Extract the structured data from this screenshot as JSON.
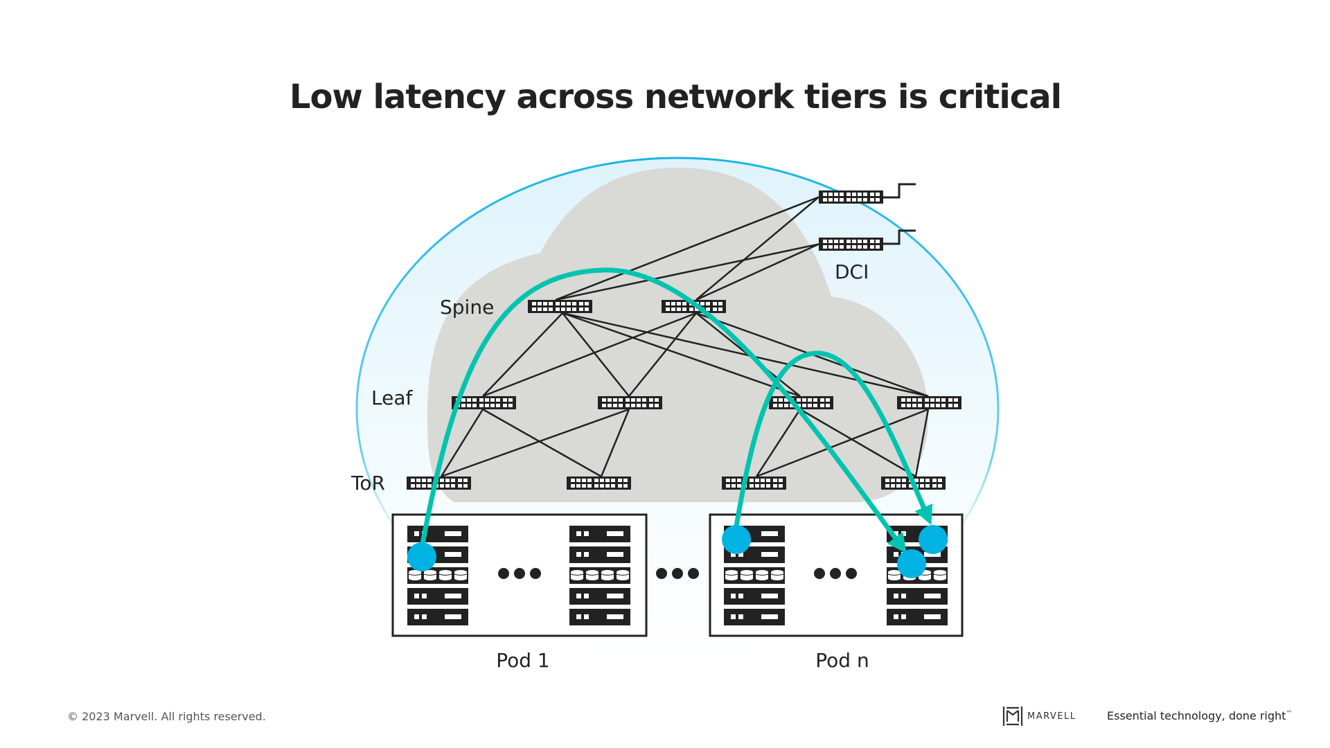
{
  "slide": {
    "title": "Low latency across network tiers is critical"
  },
  "diagram": {
    "tiers": [
      {
        "id": "dci",
        "label": "DCI",
        "switch_count": 2
      },
      {
        "id": "spine",
        "label": "Spine",
        "switch_count": 2
      },
      {
        "id": "leaf",
        "label": "Leaf",
        "switch_count": 4
      },
      {
        "id": "tor",
        "label": "ToR",
        "switch_count": 4
      }
    ],
    "pods": [
      {
        "label": "Pod 1"
      },
      {
        "label": "Pod n"
      }
    ],
    "ellipsis": "•••",
    "colors": {
      "cloud": "#d9d9d6",
      "boundary": "#1ab4e2",
      "boundary_fill": "#e6f6fc",
      "flow_arrow": "#00c4b0",
      "endpoint": "#00b3e3",
      "device": "#222222"
    },
    "flows": [
      {
        "from": "Pod 1 server",
        "via": "Spine",
        "to": "Pod n server"
      },
      {
        "from": "Pod n server",
        "via": "Leaf",
        "to": "Pod n server"
      }
    ]
  },
  "footer": {
    "copyright": "© 2023 Marvell. All rights reserved.",
    "brand": "MARVELL",
    "tagline": "Essential technology, done right",
    "tagline_mark": "™"
  }
}
